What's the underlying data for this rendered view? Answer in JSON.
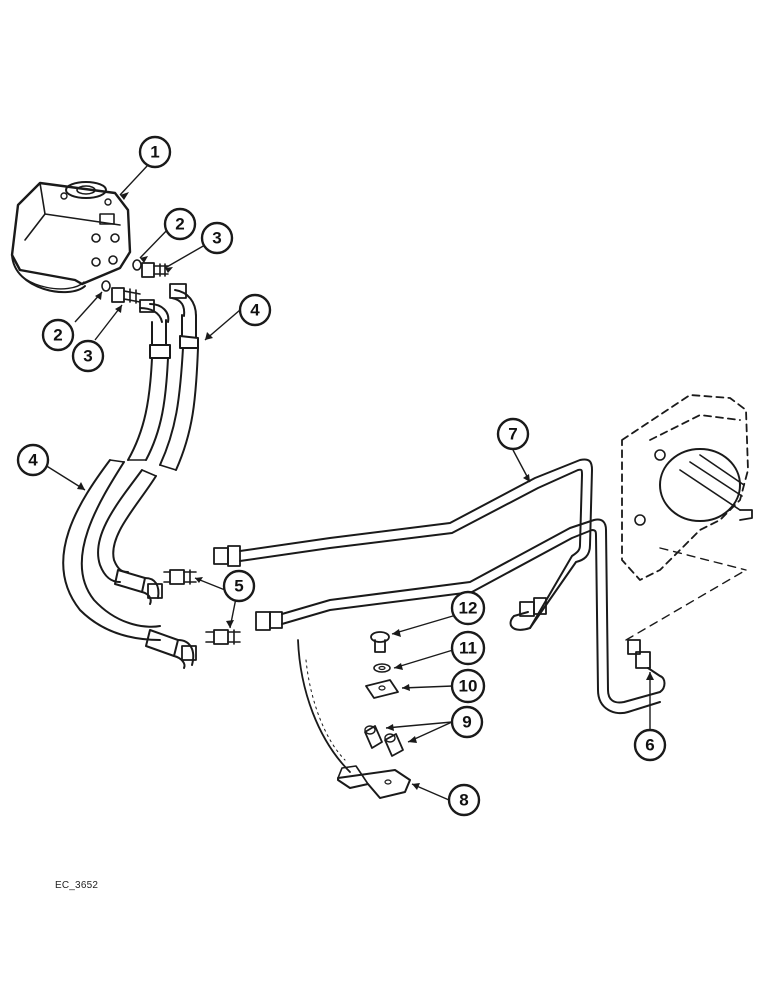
{
  "diagram": {
    "drawing_code": "EC_3652",
    "callouts": [
      {
        "label": "1"
      },
      {
        "label": "2"
      },
      {
        "label": "3"
      },
      {
        "label": "2"
      },
      {
        "label": "3"
      },
      {
        "label": "4"
      },
      {
        "label": "4"
      },
      {
        "label": "5"
      },
      {
        "label": "7"
      },
      {
        "label": "12"
      },
      {
        "label": "11"
      },
      {
        "label": "10"
      },
      {
        "label": "9"
      },
      {
        "label": "8"
      },
      {
        "label": "6"
      }
    ],
    "colors": {
      "ink": "#1a1a1a",
      "paper": "#ffffff"
    }
  }
}
